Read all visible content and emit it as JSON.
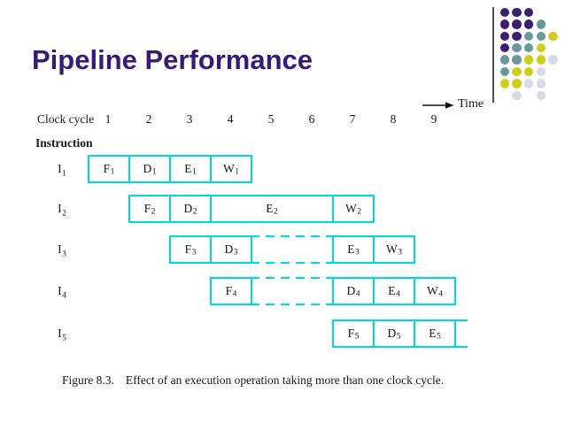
{
  "slide": {
    "title": "Pipeline Performance"
  },
  "axis": {
    "time_label": "Time",
    "clock_cycle_label": "Clock cycle",
    "cycles": [
      "1",
      "2",
      "3",
      "4",
      "5",
      "6",
      "7",
      "8",
      "9"
    ],
    "instruction_label": "Instruction"
  },
  "pipeline": {
    "rows": [
      {
        "label": {
          "t": "I",
          "s": "1"
        },
        "cells": [
          {
            "t": "F",
            "s": "1",
            "start": 1,
            "span": 1
          },
          {
            "t": "D",
            "s": "1",
            "start": 2,
            "span": 1
          },
          {
            "t": "E",
            "s": "1",
            "start": 3,
            "span": 1
          },
          {
            "t": "W",
            "s": "1",
            "start": 4,
            "span": 1
          }
        ]
      },
      {
        "label": {
          "t": "I",
          "s": "2"
        },
        "cells": [
          {
            "t": "F",
            "s": "2",
            "start": 2,
            "span": 1
          },
          {
            "t": "D",
            "s": "2",
            "start": 3,
            "span": 1
          },
          {
            "t": "E",
            "s": "2",
            "start": 4,
            "span": 3
          },
          {
            "t": "W",
            "s": "2",
            "start": 7,
            "span": 1
          }
        ]
      },
      {
        "label": {
          "t": "I",
          "s": "3"
        },
        "cells": [
          {
            "t": "F",
            "s": "3",
            "start": 3,
            "span": 1
          },
          {
            "t": "D",
            "s": "3",
            "start": 4,
            "span": 1
          },
          {
            "t": "E",
            "s": "3",
            "start": 7,
            "span": 1
          },
          {
            "t": "W",
            "s": "3",
            "start": 8,
            "span": 1
          }
        ],
        "dashed": {
          "from": 5,
          "to": 7
        }
      },
      {
        "label": {
          "t": "I",
          "s": "4"
        },
        "cells": [
          {
            "t": "F",
            "s": "4",
            "start": 4,
            "span": 1
          },
          {
            "t": "D",
            "s": "4",
            "start": 7,
            "span": 1
          },
          {
            "t": "E",
            "s": "4",
            "start": 8,
            "span": 1
          },
          {
            "t": "W",
            "s": "4",
            "start": 9,
            "span": 1
          }
        ],
        "dashed": {
          "from": 5,
          "to": 7
        }
      },
      {
        "label": {
          "t": "I",
          "s": "5"
        },
        "cells": [
          {
            "t": "F",
            "s": "5",
            "start": 7,
            "span": 1
          },
          {
            "t": "D",
            "s": "5",
            "start": 8,
            "span": 1
          },
          {
            "t": "E",
            "s": "5",
            "start": 9,
            "span": 1
          }
        ],
        "extension": true
      }
    ]
  },
  "caption": {
    "figure": "Figure 8.3.",
    "text": "Effect of an execution operation taking more than one clock cycle."
  },
  "colors": {
    "title": "#371A78",
    "box_border": "#00D8E0",
    "text": "#161616",
    "dot_purple": "#3C1D6E",
    "dot_teal": "#68989B",
    "dot_yellow": "#CFCD1C",
    "dot_lavender": "#D9D9EA"
  },
  "decoration": {
    "dot_grid": [
      [
        "p",
        "p",
        "p",
        null,
        null
      ],
      [
        "p",
        "p",
        "p",
        "t",
        null
      ],
      [
        "p",
        "p",
        "t",
        "t",
        "y"
      ],
      [
        "p",
        "t",
        "t",
        "y",
        null
      ],
      [
        "t",
        "t",
        "y",
        "y",
        "l"
      ],
      [
        "t",
        "y",
        "y",
        "l",
        null
      ],
      [
        "y",
        "y",
        "l",
        "l",
        null
      ],
      [
        null,
        "l",
        null,
        "l",
        null
      ]
    ]
  }
}
